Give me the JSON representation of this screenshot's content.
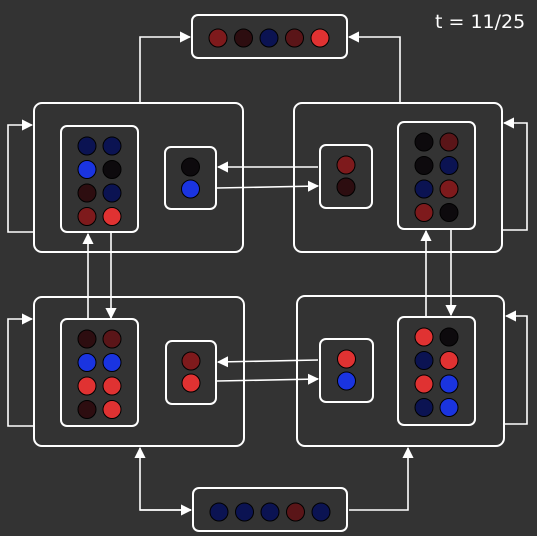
{
  "header": {
    "counter": "t = 11/25"
  },
  "colors": {
    "background": "#333333",
    "stroke": "#ffffff",
    "palette": {
      "black": "#0d0a0d",
      "dark_brown": "#2d0d10",
      "maroon": "#5a1518",
      "dark_red": "#7e1a1c",
      "red": "#e03232",
      "navy": "#0b1352",
      "blue": "#1a34e0"
    }
  },
  "buffers": {
    "top": [
      "dark_red",
      "dark_brown",
      "navy",
      "maroon",
      "red"
    ],
    "bottom": [
      "navy",
      "navy",
      "navy",
      "maroon",
      "navy"
    ]
  },
  "quadrants": {
    "top_left": {
      "grid": [
        "navy",
        "navy",
        "blue",
        "black",
        "dark_brown",
        "navy",
        "dark_red",
        "red"
      ],
      "slot": [
        "black",
        "blue"
      ]
    },
    "top_right": {
      "grid": [
        "black",
        "maroon",
        "black",
        "navy",
        "navy",
        "dark_red",
        "dark_red",
        "black"
      ],
      "slot": [
        "dark_red",
        "dark_brown"
      ]
    },
    "bottom_left": {
      "grid": [
        "dark_brown",
        "maroon",
        "blue",
        "blue",
        "red",
        "red",
        "dark_brown",
        "red"
      ],
      "slot": [
        "dark_red",
        "red"
      ]
    },
    "bottom_right": {
      "grid": [
        "red",
        "black",
        "navy",
        "red",
        "red",
        "blue",
        "navy",
        "blue"
      ],
      "slot": [
        "red",
        "blue"
      ]
    }
  }
}
